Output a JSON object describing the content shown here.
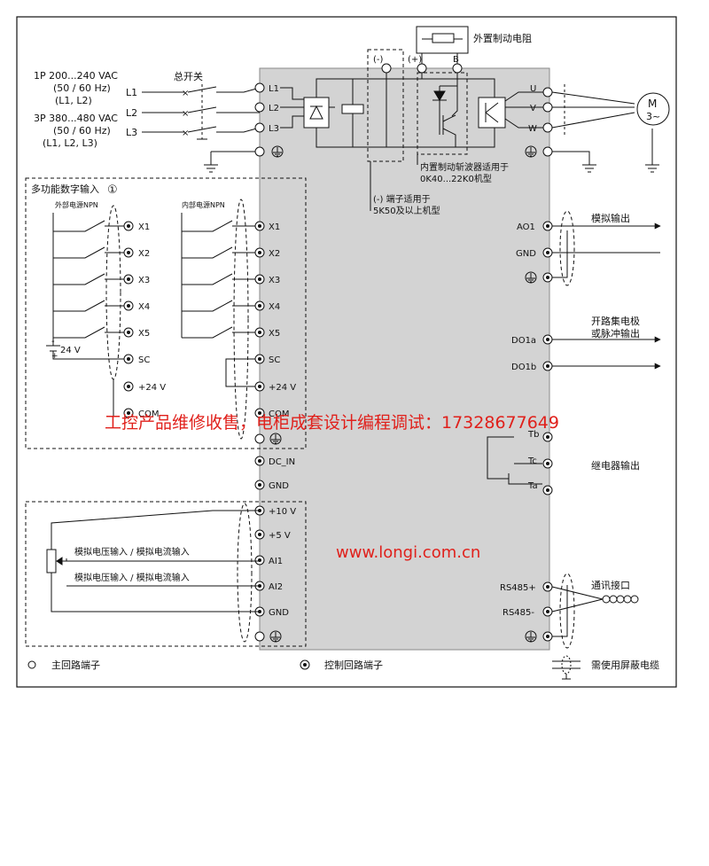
{
  "supply": {
    "single_phase": "1P 200...240 VAC",
    "single_phase_freq": "(50 / 60 Hz)",
    "single_phase_lines": "(L1, L2)",
    "three_phase": "3P 380...480 VAC",
    "three_phase_freq": "(50 / 60 Hz)",
    "three_phase_lines": "(L1, L2, L3)",
    "main_switch": "总开关",
    "lines": [
      "L1",
      "L2",
      "L3"
    ]
  },
  "power_terminals": {
    "inputs": [
      "L1",
      "L2",
      "L3"
    ],
    "outputs": [
      "U",
      "V",
      "W"
    ],
    "dc_minus": "(-)",
    "dc_plus": "(+)",
    "brake": "B",
    "motor_label": "M",
    "motor_sub": "3~"
  },
  "notes": {
    "external_resistor": "外置制动电阻",
    "brake_chopper_line1": "内置制动斩波器适用于",
    "brake_chopper_line2": "0K40...22K0机型",
    "minus_terminal_line1": "(-) 端子适用于",
    "minus_terminal_line2": "5K50及以上机型"
  },
  "digital_inputs": {
    "title": "多功能数字输入",
    "footnote_mark": "①",
    "external_npn": "外部电源NPN",
    "internal_npn": "内部电源NPN",
    "terminals": [
      "X1",
      "X2",
      "X3",
      "X4",
      "X5",
      "SC",
      "+24 V",
      "COM"
    ],
    "battery_label": "24 V",
    "battery_minus": "-",
    "battery_plus": "+"
  },
  "left_terminals": [
    "X1",
    "X2",
    "X3",
    "X4",
    "X5",
    "SC",
    "+24 V",
    "COM",
    "DC_IN",
    "GND",
    "+10 V",
    "+5 V",
    "AI1",
    "AI2",
    "GND"
  ],
  "analog_inputs": {
    "ai1_label": "模拟电压输入 / 模拟电流输入",
    "ai2_label": "模拟电压输入 / 模拟电流输入"
  },
  "right_terminals": {
    "ao1": "AO1",
    "gnd": "GND",
    "do1a": "DO1a",
    "do1b": "DO1b",
    "tb": "Tb",
    "tc": "Tc",
    "ta": "Ta",
    "rs485p": "RS485+",
    "rs485m": "RS485-"
  },
  "output_labels": {
    "analog_out": "模拟输出",
    "open_collector_1": "开路集电极",
    "open_collector_2": "或脉冲输出",
    "relay_out": "继电器输出",
    "comm": "通讯接口"
  },
  "legend": {
    "main_terminal": "主回路端子",
    "control_terminal": "控制回路端子",
    "shielded_cable": "需使用屏蔽电缆"
  },
  "watermarks": {
    "service_line": "工控产品维修收售，电柜成套设计编程调试：17328677649",
    "website": "www.longi.com.cn"
  },
  "colors": {
    "drive_fill": "#d3d3d3",
    "line": "#111111",
    "watermark_red": "#e0201b"
  }
}
